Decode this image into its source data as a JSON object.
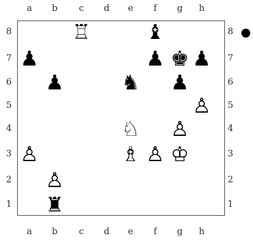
{
  "files": [
    "a",
    "b",
    "c",
    "d",
    "e",
    "f",
    "g",
    "h"
  ],
  "ranks": [
    "8",
    "7",
    "6",
    "5",
    "4",
    "3",
    "2",
    "1"
  ],
  "side_to_move": "black",
  "pieces": [
    {
      "square": "c8",
      "type": "rook",
      "color": "white",
      "glyph": "♖"
    },
    {
      "square": "f8",
      "type": "bishop",
      "color": "black",
      "glyph": "♝"
    },
    {
      "square": "a7",
      "type": "pawn",
      "color": "black",
      "glyph": "♟"
    },
    {
      "square": "f7",
      "type": "pawn",
      "color": "black",
      "glyph": "♟"
    },
    {
      "square": "g7",
      "type": "king",
      "color": "black",
      "glyph": "♚"
    },
    {
      "square": "h7",
      "type": "pawn",
      "color": "black",
      "glyph": "♟"
    },
    {
      "square": "b6",
      "type": "pawn",
      "color": "black",
      "glyph": "♟"
    },
    {
      "square": "e6",
      "type": "knight",
      "color": "black",
      "glyph": "♞"
    },
    {
      "square": "g6",
      "type": "pawn",
      "color": "black",
      "glyph": "♟"
    },
    {
      "square": "h5",
      "type": "pawn",
      "color": "white",
      "glyph": "♙"
    },
    {
      "square": "e4",
      "type": "knight",
      "color": "white",
      "glyph": "♘"
    },
    {
      "square": "g4",
      "type": "pawn",
      "color": "white",
      "glyph": "♙"
    },
    {
      "square": "a3",
      "type": "pawn",
      "color": "white",
      "glyph": "♙"
    },
    {
      "square": "e3",
      "type": "bishop",
      "color": "white",
      "glyph": "♗"
    },
    {
      "square": "f3",
      "type": "pawn",
      "color": "white",
      "glyph": "♙"
    },
    {
      "square": "g3",
      "type": "king",
      "color": "white",
      "glyph": "♔"
    },
    {
      "square": "b2",
      "type": "pawn",
      "color": "white",
      "glyph": "♙"
    },
    {
      "square": "b1",
      "type": "rook",
      "color": "black",
      "glyph": "♜"
    }
  ]
}
